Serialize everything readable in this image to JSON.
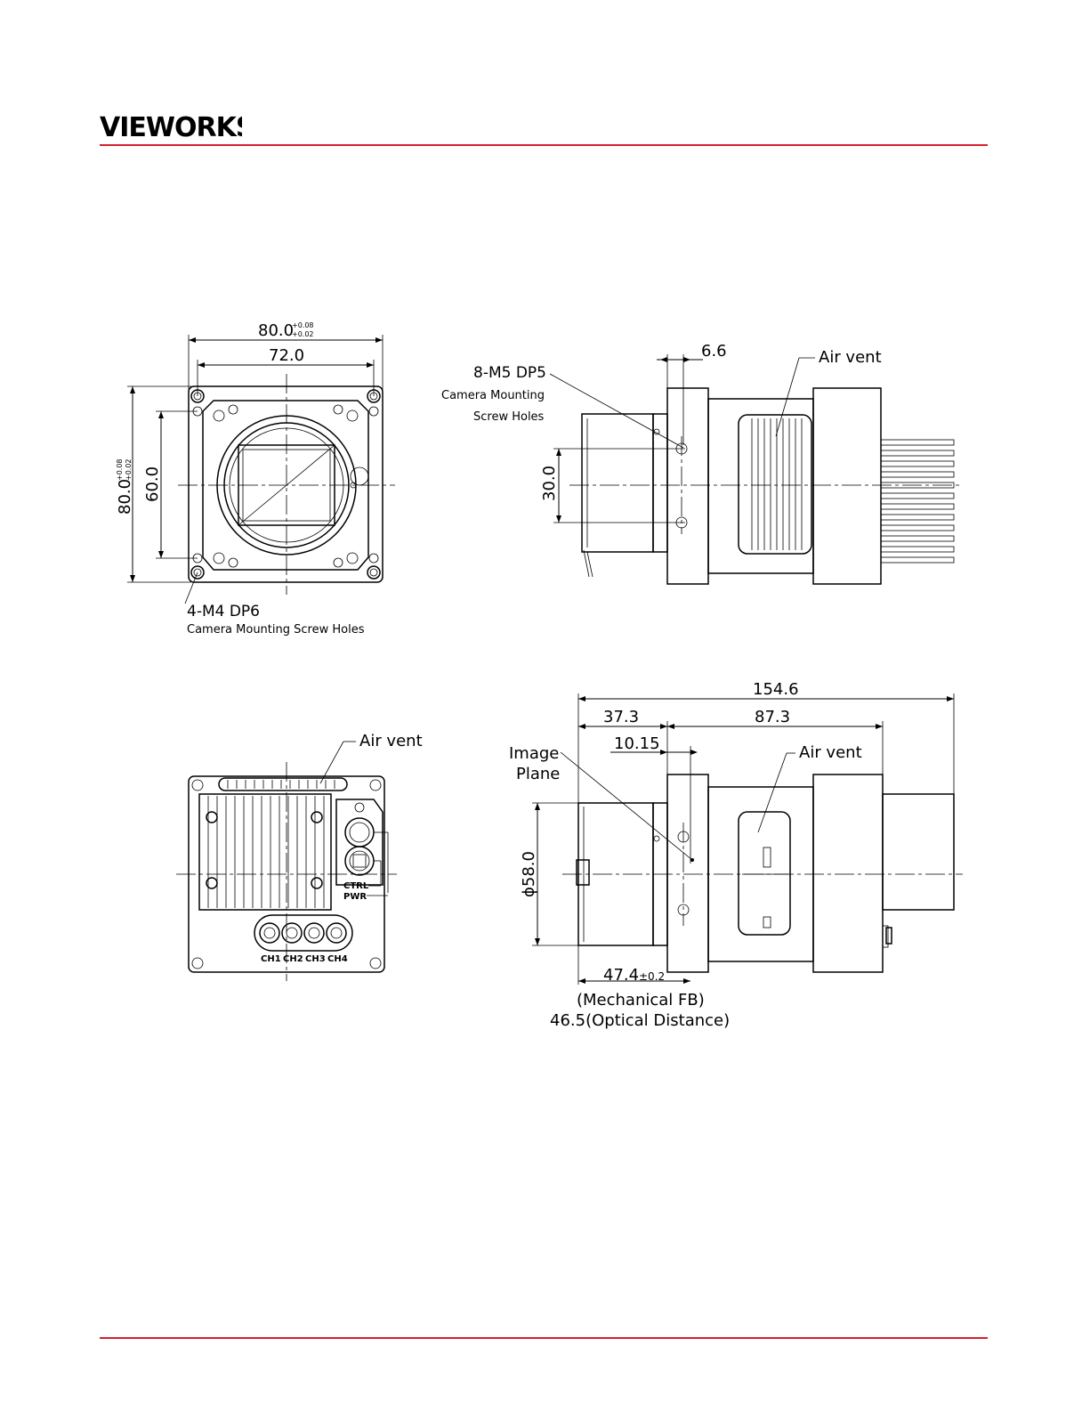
{
  "header": {
    "brand": "VIEWORKS",
    "brand_color": "#d4202f",
    "rule_color": "#d4202f"
  },
  "front_view": {
    "width_dim_main": "80.0",
    "width_tol_plus": "+0.08",
    "width_tol_minus": "+0.02",
    "inner_width_dim": "72.0",
    "height_dim_main": "80.0",
    "height_tol_plus": "+0.08",
    "height_tol_minus": "+0.02",
    "inner_height_dim": "60.0",
    "holes_callout": "4-M4 DP6",
    "holes_note": "Camera Mounting Screw Holes"
  },
  "side_view_top": {
    "dim_6_6": "6.6",
    "holes_callout": "8-M5 DP5",
    "holes_note_line1": "Camera Mounting",
    "holes_note_line2": "Screw Holes",
    "dim_30": "30.0",
    "air_vent": "Air vent"
  },
  "rear_view": {
    "air_vent": "Air vent",
    "ctrl": "CTRL",
    "pwr": "PWR",
    "channels": [
      "CH1",
      "CH2",
      "CH3",
      "CH4"
    ]
  },
  "side_view_bottom": {
    "total_length": "154.6",
    "dim_37_3": "37.3",
    "dim_87_3": "87.3",
    "dim_10_15": "10.15",
    "image_plane_line1": "Image",
    "image_plane_line2": "Plane",
    "air_vent": "Air vent",
    "diameter": "ϕ58.0",
    "flange_dim": "47.4",
    "flange_tol": "±0.2",
    "mechanical_fb": "(Mechanical FB)",
    "optical_distance": "46.5(Optical Distance)"
  }
}
